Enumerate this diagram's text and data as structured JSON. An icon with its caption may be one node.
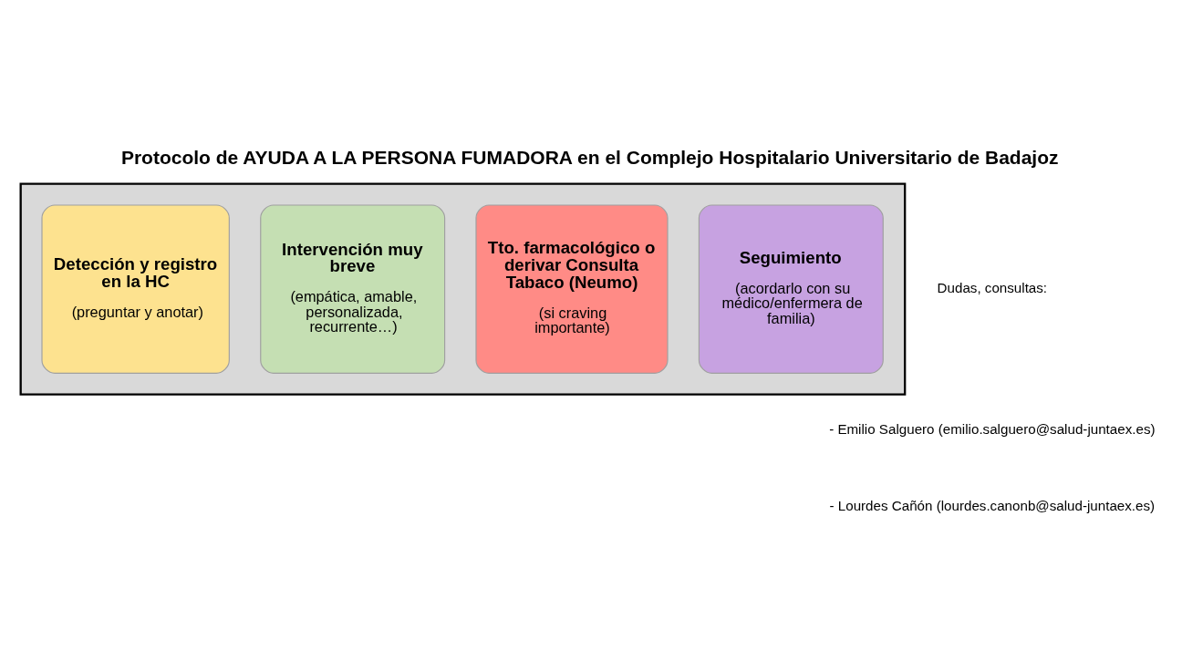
{
  "diagram": {
    "title": "Protocolo de AYUDA A LA PERSONA FUMADORA en el Complejo Hospitalario Universitario de Badajoz",
    "nodes": [
      {
        "text": [],
        "shape": "arrow"
      },
      {
        "text": [
          "Detección y registro en la HC",
          "(preguntar y anotar)"
        ],
        "in": 0
      },
      {
        "text": [
          "Intervención muy breve",
          "(empática, amable, personalizada, recurrente…)"
        ],
        "in": 0
      },
      {
        "text": [
          "Tto. farmacológico o derivar Consulta Tabaco (Neumo)",
          "(si craving importante)"
        ],
        "in": 0
      },
      {
        "text": [
          "Seguimiento",
          "(acordarlo con su médico/enfermera de familia)"
        ],
        "in": 0
      }
    ],
    "edges": [],
    "labels": [
      "Dudas, consultas:",
      "- Emilio Salguero (emilio.salguero@salud-juntaex.es)",
      "- Lourdes Cañón (lourdes.canonb@salud-juntaex.es)"
    ]
  }
}
